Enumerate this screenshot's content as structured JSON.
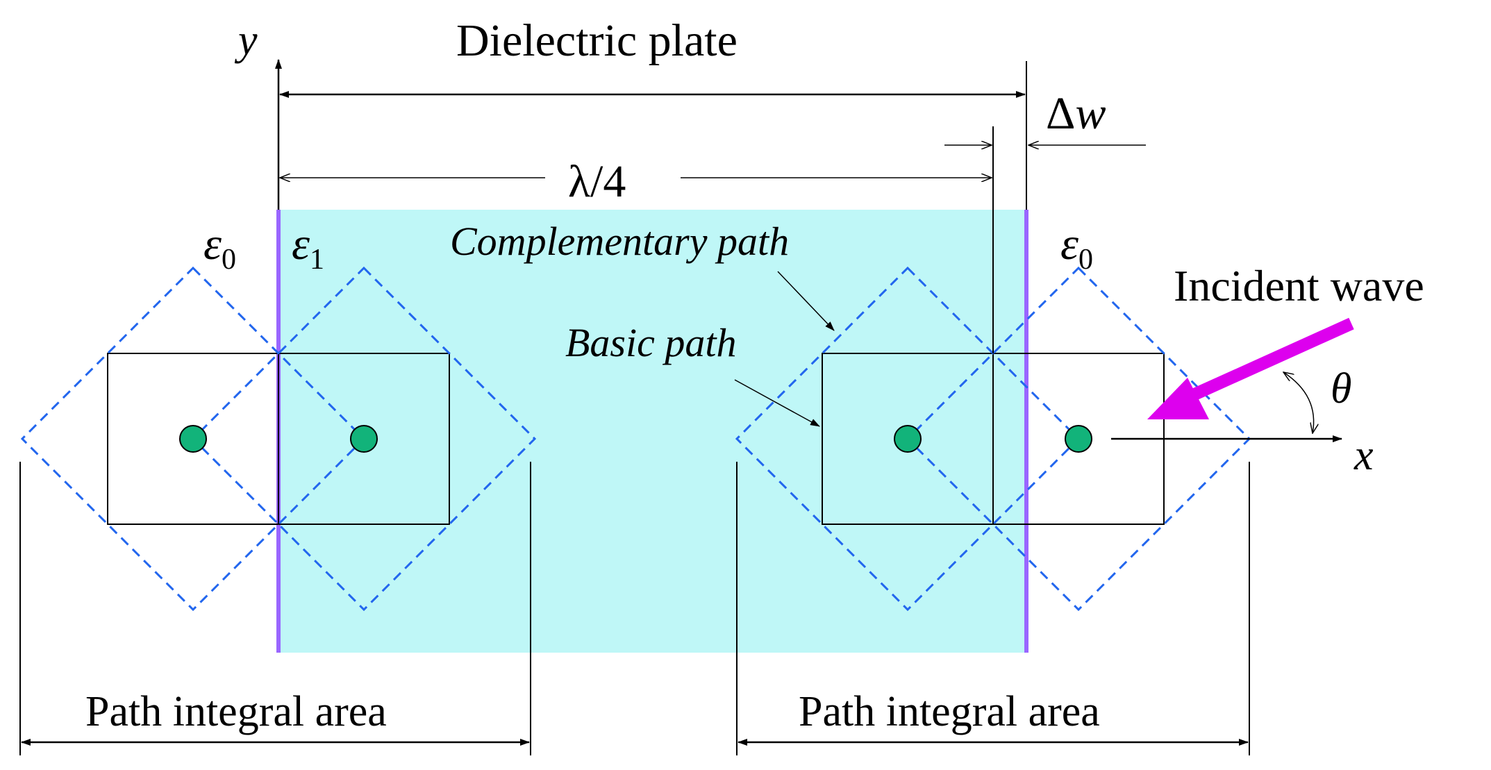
{
  "labels": {
    "dielectric_plate": "Dielectric plate",
    "delta_w_symbol": "Δ",
    "delta_w_var": "w",
    "lambda_quarter": "λ/4",
    "epsilon_symbol": "ε",
    "eps0_left_sub": "0",
    "eps1_sub": "1",
    "eps0_right_sub": "0",
    "complementary_path": "Complementary path",
    "basic_path": "Basic path",
    "incident_wave": "Incident wave",
    "theta": "θ",
    "axis_x": "x",
    "axis_y": "y",
    "path_integral_left": "Path integral area",
    "path_integral_right": "Path integral area"
  },
  "colors": {
    "plate_fill": "#bff7f7",
    "plate_border": "#9966ff",
    "dashed_path": "#2266ee",
    "node_fill": "#12b37a",
    "incident_arrow": "#dd00ee",
    "line": "#000000"
  }
}
